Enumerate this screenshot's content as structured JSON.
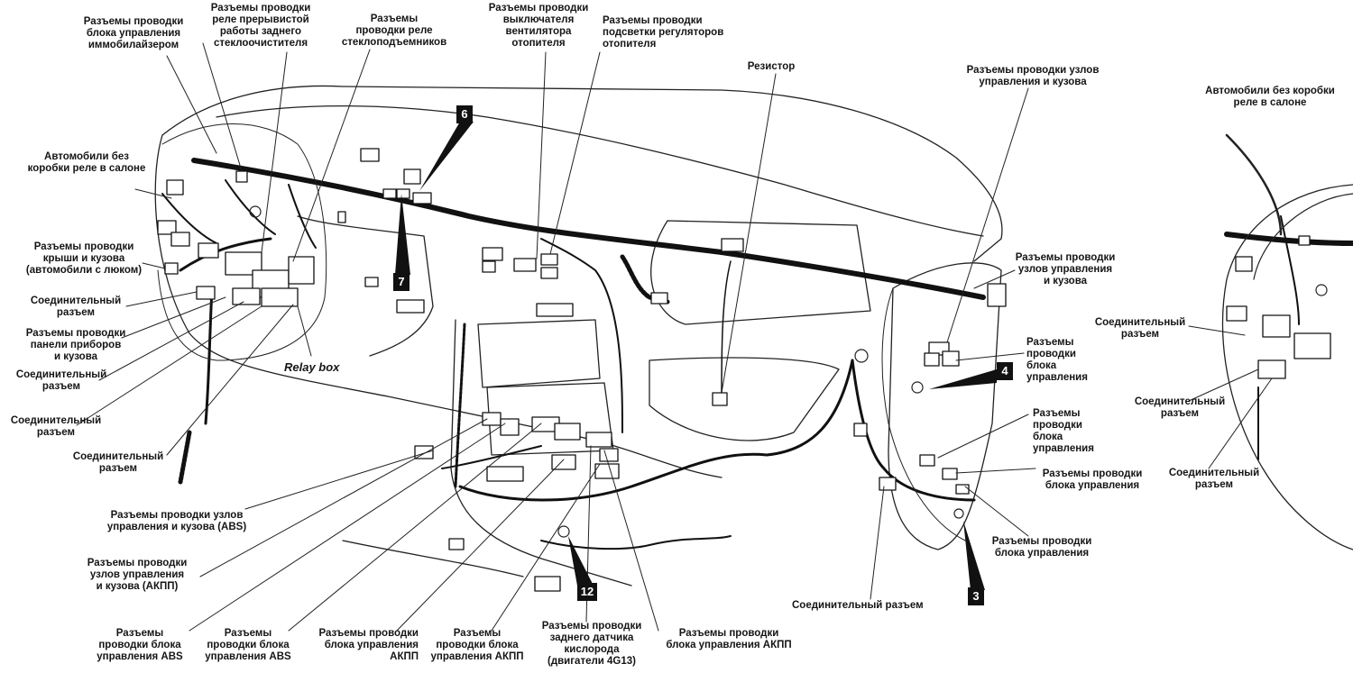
{
  "labels": {
    "immobilizer": "Разъемы проводки\nблока управления\nиммобилайзером",
    "wiper_relay": "Разъемы проводки\nреле прерывистой\nработы заднего\nстеклоочистителя",
    "window_relay": "Разъемы\nпроводки реле\nстеклоподъемников",
    "heater_fan": "Разъемы проводки\nвыключателя\nвентилятора\nотопителя",
    "reg_light": "Разъемы проводки\nподсветки регуляторов\nотопителя",
    "resistor": "Резистор",
    "ctrl_body_top": "Разъемы проводки узлов\nуправления и кузова",
    "no_relay_box_right": "Автомобили без коробки\nреле в салоне",
    "no_relay_box_left": "Автомобили без\nкоробки реле в салоне",
    "roof_body": "Разъемы проводки\nкрыши и кузова\n(автомобили с люком)",
    "connector_1": "Соединительный\nразъем",
    "panel_body": "Разъемы проводки\nпанели приборов\nи кузова",
    "connector_2": "Соединительный\nразъем",
    "connector_3": "Соединительный\nразъем",
    "connector_4": "Соединительный\nразъем",
    "relay_box": "Relay box",
    "ctrl_body_right": "Разъемы проводки\nузлов управления\nи кузова",
    "control_unit_1": "Разъемы\nпроводки\nблока\nуправления",
    "control_unit_2": "Разъемы\nпроводки\nблока\nуправления",
    "control_unit_3": "Разъемы проводки\nблока управления",
    "control_unit_4": "Разъемы проводки\nблока управления",
    "connector_bottom": "Соединительный разъем",
    "connector_r1": "Соединительный\nразъем",
    "connector_r2": "Соединительный\nразъем",
    "connector_r3": "Соединительный\nразъем",
    "abs_ctrl_body": "Разъемы проводки узлов\nуправления и кузова (ABS)",
    "akpp_ctrl_body": "Разъемы проводки\nузлов управления\nи кузова (АКПП)",
    "abs_unit_1": "Разъемы\nпроводки блока\nуправления ABS",
    "abs_unit_2": "Разъемы\nпроводки блока\nуправления ABS",
    "akpp_unit_1": "Разъемы проводки\nблока управления\nАКПП",
    "akpp_unit_2": "Разъемы\nпроводки блока\nуправления АКПП",
    "o2_sensor": "Разъемы проводки\nзаднего датчика\nкислорода\n(двигатели 4G13)",
    "akpp_unit_3": "Разъемы проводки\nблока управления АКПП"
  },
  "badges": [
    "6",
    "7",
    "4",
    "3",
    "12"
  ]
}
